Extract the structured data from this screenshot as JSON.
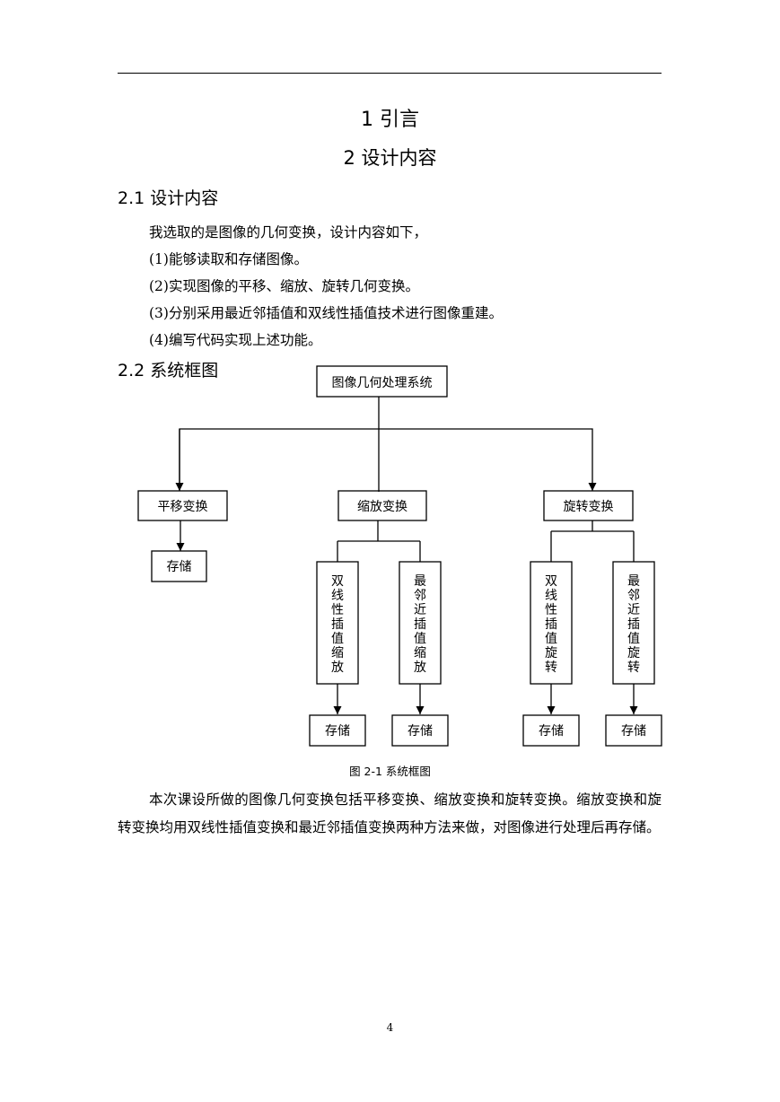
{
  "headings": {
    "intro": "1  引言",
    "design": "2 设计内容",
    "section_2_1": "2.1 设计内容",
    "section_2_2": "2.2  系统框图"
  },
  "design_list": {
    "intro": "我选取的是图像的几何变换，设计内容如下，",
    "items": [
      "(1)能够读取和存储图像。",
      "(2)实现图像的平移、缩放、旋转几何变换。",
      "(3)分别采用最近邻插值和双线性插值技术进行图像重建。",
      "(4)编写代码实现上述功能。"
    ]
  },
  "diagram": {
    "root": "图像几何处理系统",
    "translate": "平移变换",
    "scale": "缩放变换",
    "rotate": "旋转变换",
    "store": "存储",
    "scale_bilinear": "双线性插值缩放",
    "scale_nearest": "最邻近插值缩放",
    "rotate_bilinear": "双线性插值旋转",
    "rotate_nearest": "最邻近插值旋转"
  },
  "caption": "图 2-1 系统框图",
  "body_paragraph": "本次课设所做的图像几何变换包括平移变换、缩放变换和旋转变换。缩放变换和旋转变换均用双线性插值变换和最近邻插值变换两种方法来做，对图像进行处理后再存储。",
  "page_number": "4"
}
